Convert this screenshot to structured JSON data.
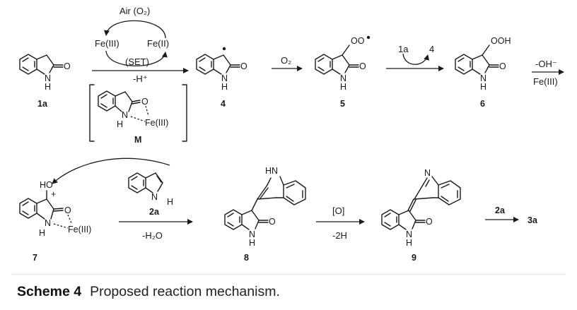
{
  "caption": {
    "number": "Scheme 4",
    "text": "Proposed reaction mechanism."
  },
  "conditions": {
    "air": "Air (O₂)",
    "fe3": "Fe(III)",
    "fe2": "Fe(II)",
    "set": "(SET)",
    "minus_h": "-H⁺",
    "o2": "O₂",
    "reagent_1a": "1a",
    "product_4": "4",
    "minus_oh": "-OH⁻",
    "fe3_b": "Fe(III)",
    "reagent_2a": "2a",
    "minus_h2o": "-H₂O",
    "oxid": "[O]",
    "minus_2h": "-2H",
    "reagent_2a_b": "2a"
  },
  "atoms": {
    "O": "O",
    "N": "N",
    "H": "H",
    "NH": "NH",
    "HN": "HN",
    "HO": "HO",
    "OO": "OO",
    "OOH": "OOH",
    "fe": "Fe(III)",
    "plus": "+"
  },
  "compounds": {
    "c1a": "1a",
    "cM": "M",
    "c4": "4",
    "c5": "5",
    "c6": "6",
    "c7": "7",
    "c8": "8",
    "c9": "9",
    "c3a": "3a"
  }
}
